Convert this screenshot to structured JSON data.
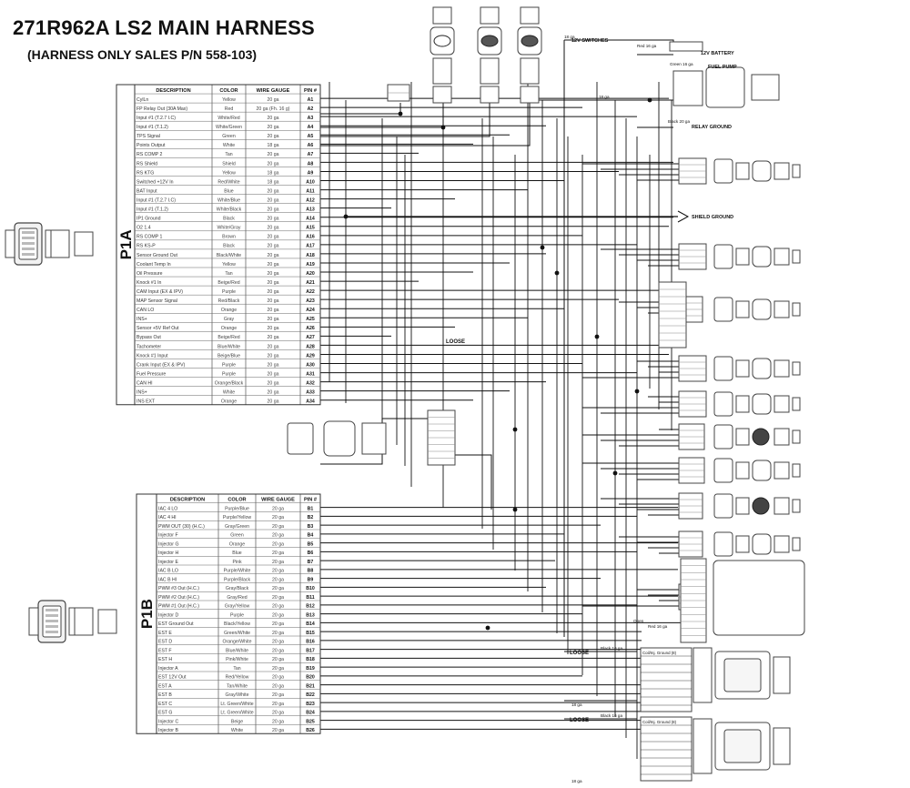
{
  "title": "271R962A LS2 MAIN HARNESS",
  "subtitle": "(HARNESS ONLY SALES P/N 558-103)",
  "p1a": {
    "label": "P1A",
    "headers": [
      "DESCRIPTION",
      "COLOR",
      "WIRE GAUGE",
      "PIN #"
    ],
    "rows": [
      [
        "CylLn",
        "Yellow",
        "20 ga",
        "A1"
      ],
      [
        "FP Relay Out (30A Max)",
        "Red",
        "20 ga (Fh. 16 g)",
        "A2"
      ],
      [
        "Input #1 (T.2.7 I.C)",
        "White/Red",
        "20 ga",
        "A3"
      ],
      [
        "Input #1 (T.1.2)",
        "White/Green",
        "20 ga",
        "A4"
      ],
      [
        "TPS Signal",
        "Green",
        "20 ga",
        "A5"
      ],
      [
        "Points Output",
        "White",
        "18 ga",
        "A6"
      ],
      [
        "RS COMP 2",
        "Tan",
        "20 ga",
        "A7"
      ],
      [
        "RS Shield",
        "Shield",
        "20 ga",
        "A8"
      ],
      [
        "RS KTG",
        "Yellow",
        "18 ga",
        "A9"
      ],
      [
        "Switched +12V In",
        "Red/White",
        "18 ga",
        "A10"
      ],
      [
        "BAT Input",
        "Blue",
        "20 ga",
        "A11"
      ],
      [
        "Input #1 (T.2.7 I.C)",
        "White/Blue",
        "20 ga",
        "A12"
      ],
      [
        "Input #1 (T.1.2)",
        "White/Black",
        "20 ga",
        "A13"
      ],
      [
        "IP1 Ground",
        "Black",
        "20 ga",
        "A14"
      ],
      [
        "O2 1.4",
        "White/Gray",
        "20 ga",
        "A15"
      ],
      [
        "RS COMP 1",
        "Brown",
        "20 ga",
        "A16"
      ],
      [
        "RS KS-P",
        "Black",
        "20 ga",
        "A17"
      ],
      [
        "Sensor Ground Out",
        "Black/White",
        "20 ga",
        "A18"
      ],
      [
        "Coolant Temp In",
        "Yellow",
        "20 ga",
        "A19"
      ],
      [
        "Oil Pressure",
        "Tan",
        "20 ga",
        "A20"
      ],
      [
        "Knock #1 In",
        "Beige/Red",
        "20 ga",
        "A21"
      ],
      [
        "CAM Input (EX & IPV)",
        "Purple",
        "20 ga",
        "A22"
      ],
      [
        "MAP Sensor Signal",
        "Red/Black",
        "20 ga",
        "A23"
      ],
      [
        "CAN LO",
        "Orange",
        "20 ga",
        "A24"
      ],
      [
        "INS+",
        "Gray",
        "20 ga",
        "A25"
      ],
      [
        "Sensor +5V Ref Out",
        "Orange",
        "20 ga",
        "A26"
      ],
      [
        "Bypass Out",
        "Beige/Red",
        "20 ga",
        "A27"
      ],
      [
        "Tachometer",
        "Blue/White",
        "20 ga",
        "A28"
      ],
      [
        "Knock #1 Input",
        "Beige/Blue",
        "20 ga",
        "A29"
      ],
      [
        "Crank Input (EX & IPV)",
        "Purple",
        "20 ga",
        "A30"
      ],
      [
        "Fuel Pressure",
        "Purple",
        "20 ga",
        "A31"
      ],
      [
        "CAN HI",
        "Orange/Black",
        "20 ga",
        "A32"
      ],
      [
        "INS+",
        "White",
        "20 ga",
        "A33"
      ],
      [
        "INS EXT",
        "Orange",
        "20 ga",
        "A34"
      ]
    ]
  },
  "p1b": {
    "label": "P1B",
    "headers": [
      "DESCRIPTION",
      "COLOR",
      "WIRE GAUGE",
      "PIN #"
    ],
    "rows": [
      [
        "IAC 4 LO",
        "Purple/Blue",
        "20 ga",
        "B1"
      ],
      [
        "IAC 4 HI",
        "Purple/Yellow",
        "20 ga",
        "B2"
      ],
      [
        "PWM OUT (30) (H.C.)",
        "Gray/Green",
        "20 ga",
        "B3"
      ],
      [
        "Injector F",
        "Green",
        "20 ga",
        "B4"
      ],
      [
        "Injector G",
        "Orange",
        "20 ga",
        "B5"
      ],
      [
        "Injector H",
        "Blue",
        "20 ga",
        "B6"
      ],
      [
        "Injector E",
        "Pink",
        "20 ga",
        "B7"
      ],
      [
        "IAC B LO",
        "Purple/White",
        "20 ga",
        "B8"
      ],
      [
        "IAC B HI",
        "Purple/Black",
        "20 ga",
        "B9"
      ],
      [
        "PWM #3 Out (H.C.)",
        "Gray/Black",
        "20 ga",
        "B10"
      ],
      [
        "PWM #2 Out (H.C.)",
        "Gray/Red",
        "20 ga",
        "B11"
      ],
      [
        "PWM #1 Out (H.C.)",
        "Gray/Yellow",
        "20 ga",
        "B12"
      ],
      [
        "Injector D",
        "Purple",
        "20 ga",
        "B13"
      ],
      [
        "EST Ground Out",
        "Black/Yellow",
        "20 ga",
        "B14"
      ],
      [
        "EST E",
        "Green/White",
        "20 ga",
        "B15"
      ],
      [
        "EST D",
        "Orange/White",
        "20 ga",
        "B16"
      ],
      [
        "EST F",
        "Blue/White",
        "20 ga",
        "B17"
      ],
      [
        "EST H",
        "Pink/White",
        "20 ga",
        "B18"
      ],
      [
        "Injector A",
        "Tan",
        "20 ga",
        "B19"
      ],
      [
        "EST 12V Out",
        "Red/Yellow",
        "20 ga",
        "B20"
      ],
      [
        "EST A",
        "Tan/White",
        "20 ga",
        "B21"
      ],
      [
        "EST B",
        "Gray/White",
        "20 ga",
        "B22"
      ],
      [
        "EST C",
        "Lt. Green/White",
        "20 ga",
        "B23"
      ],
      [
        "EST G",
        "Lt. Green/White",
        "20 ga",
        "B24"
      ],
      [
        "Injector C",
        "Beige",
        "20 ga",
        "B25"
      ],
      [
        "Injector B",
        "White",
        "20 ga",
        "B26"
      ]
    ]
  },
  "labels": {
    "switches": "12V SWITCHES",
    "battery": "12V BATTERY",
    "fuel_pump": "FUEL PUMP",
    "relay_ground": "RELAY GROUND",
    "shield_ground": "SHIELD GROUND",
    "loose1": "LOOSE",
    "loose2": "LOOSE",
    "loose3": "LOOSE",
    "ga18_a": "18 ga",
    "ga18_b": "18 ga",
    "ga18_c": "18 ga",
    "ga18_d": "18 ga",
    "red_16": "Red 16 ga",
    "green_16": "Green 16 ga",
    "black_20": "Black 20 ga",
    "black_16a": "Black 16 ga",
    "black_16b": "Black 16 ga",
    "open": "Open",
    "red_fuel_16": "Red 16 ga",
    "coil_header_1": "Coil/Inj. Ground (8)",
    "coil_header_2": "Coil/Inj. Ground (8)"
  },
  "colors": {
    "line": "#111111",
    "table_border": "#333333",
    "connector_fill": "#f2f2f2",
    "connector_stroke": "#444444"
  }
}
